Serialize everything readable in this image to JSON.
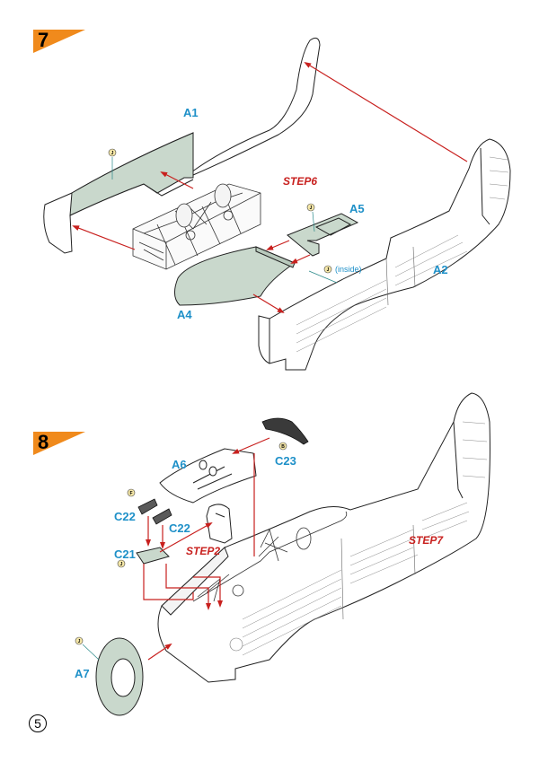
{
  "page": {
    "number": "5"
  },
  "colors": {
    "accent_orange": "#f08a1c",
    "part_label": "#1e90c8",
    "step_ref": "#c8201e",
    "arrow": "#c8201e",
    "part_fill": "#c9d8cc",
    "paint_dark": "#3a3a3a"
  },
  "steps": [
    {
      "number": "7",
      "parts": [
        {
          "label": "A1",
          "paint": "J"
        },
        {
          "label": "A5",
          "paint": "J"
        },
        {
          "label": "A4"
        },
        {
          "label": "A2",
          "paint": "J",
          "note": "(inside)"
        }
      ],
      "references": [
        {
          "label": "STEP6"
        }
      ]
    },
    {
      "number": "8",
      "parts": [
        {
          "label": "A6"
        },
        {
          "label": "C23",
          "paint": "B"
        },
        {
          "label": "C22",
          "paint": "F"
        },
        {
          "label": "C22"
        },
        {
          "label": "C21",
          "paint": "J"
        },
        {
          "label": "A7",
          "paint": "J"
        }
      ],
      "references": [
        {
          "label": "STEP2"
        },
        {
          "label": "STEP7"
        }
      ]
    }
  ]
}
